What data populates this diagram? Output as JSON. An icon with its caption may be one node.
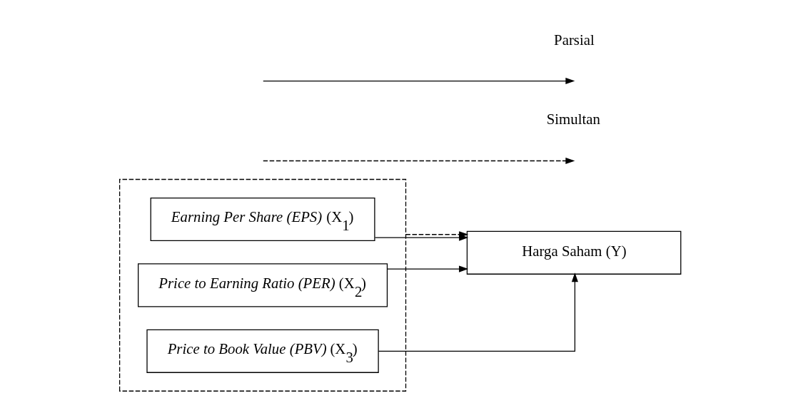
{
  "diagram": {
    "nodes": [
      {
        "text": [],
        "shape": "box"
      },
      {
        "text": [
          "*Earning Per Share (EPS)* (X$_{1}$)"
        ],
        "in": 0
      },
      {
        "text": [
          "*Price to Earning Ratio (PER)* (X$_{2}$)"
        ],
        "in": 0
      },
      {
        "text": [
          "*Price to Book Value (PBV)* (X$_{3}$)"
        ],
        "in": 0
      },
      {
        "text": [
          "Harga Saham (Y)"
        ]
      }
    ],
    "edges": [
      {
        "from": 1,
        "to": 4,
        "arrow": "to"
      },
      {
        "from": 2,
        "to": 4,
        "arrow": "to"
      },
      {
        "from": 3,
        "to": 4,
        "arrow": "to"
      },
      {
        "from": 0,
        "to": 4,
        "arrow": "to",
        "style": "dashed"
      }
    ],
    "legend": [
      {
        "text": "Parsial"
      },
      {
        "text": "Simultan"
      }
    ]
  }
}
